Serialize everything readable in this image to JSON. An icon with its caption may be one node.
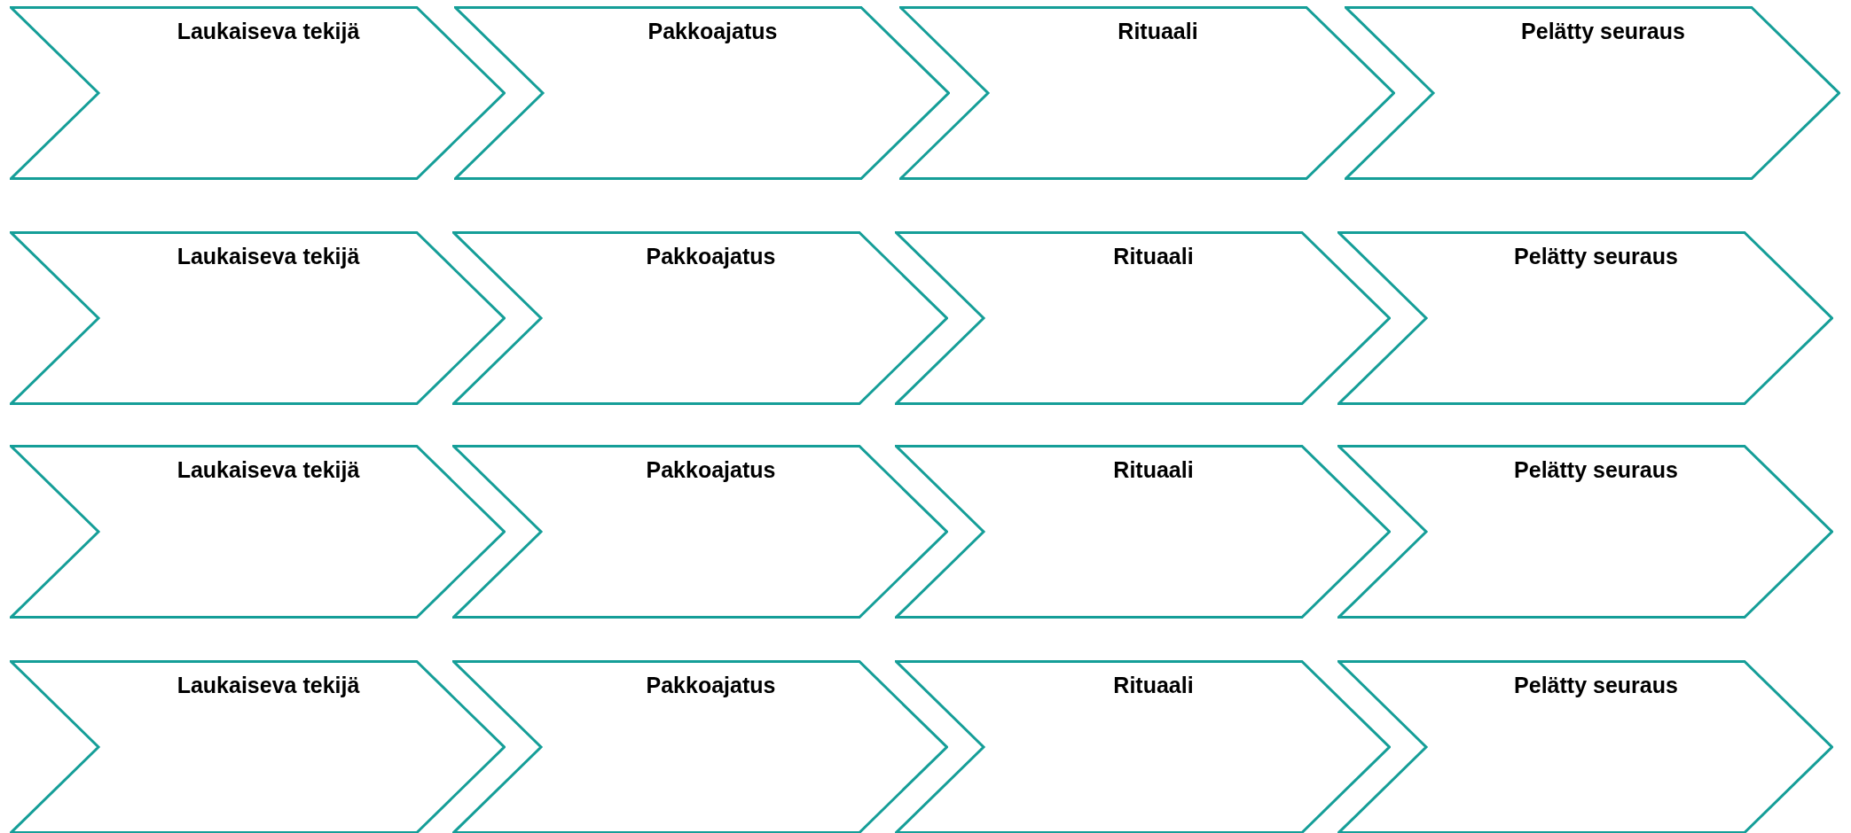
{
  "diagram": {
    "nodes": [
      {
        "text": [
          "Laukaiseva tekijä"
        ]
      },
      {
        "text": [
          "Pakkoajatus"
        ]
      },
      {
        "text": [
          "Rituaali"
        ]
      },
      {
        "text": [
          "Pelätty seuraus"
        ]
      },
      {
        "text": [
          "Laukaiseva tekijä"
        ]
      },
      {
        "text": [
          "Pakkoajatus"
        ]
      },
      {
        "text": [
          "Rituaali"
        ]
      },
      {
        "text": [
          "Pelätty seuraus"
        ]
      },
      {
        "text": [
          "Laukaiseva tekijä"
        ]
      },
      {
        "text": [
          "Pakkoajatus"
        ]
      },
      {
        "text": [
          "Rituaali"
        ]
      },
      {
        "text": [
          "Pelätty seuraus"
        ]
      },
      {
        "text": [
          "Laukaiseva tekijä"
        ]
      },
      {
        "text": [
          "Pakkoajatus"
        ]
      },
      {
        "text": [
          "Rituaali"
        ]
      },
      {
        "text": [
          "Pelätty seuraus"
        ]
      }
    ]
  }
}
